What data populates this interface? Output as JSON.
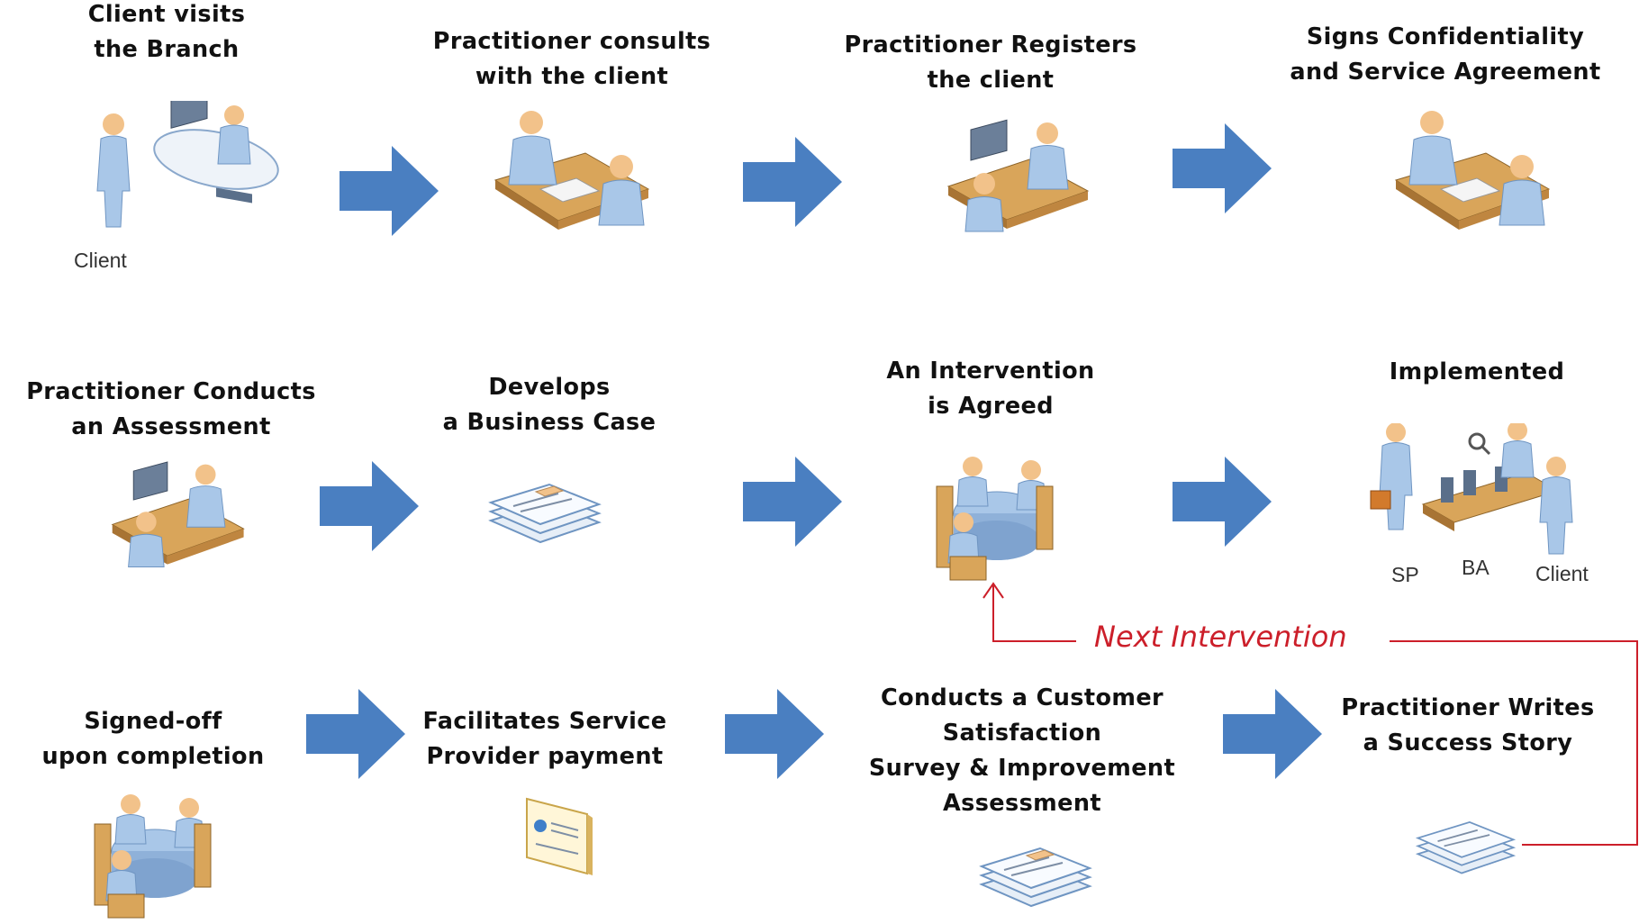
{
  "steps": [
    {
      "lines": [
        "Client visits",
        "the Branch"
      ],
      "icon": "client-visits-desk-icon"
    },
    {
      "lines": [
        "Practitioner consults",
        "with the client"
      ],
      "icon": "consultation-icon"
    },
    {
      "lines": [
        "Practitioner Registers",
        "the client"
      ],
      "icon": "registration-computer-icon"
    },
    {
      "lines": [
        "Signs Confidentiality",
        "and Service Agreement"
      ],
      "icon": "agreement-signing-icon"
    },
    {
      "lines": [
        "Practitioner Conducts",
        "an Assessment"
      ],
      "icon": "assessment-computer-icon"
    },
    {
      "lines": [
        "Develops",
        "a Business Case"
      ],
      "icon": "document-stack-icon"
    },
    {
      "lines": [
        "An Intervention",
        "is Agreed"
      ],
      "icon": "meeting-table-icon"
    },
    {
      "lines": [
        "Implemented"
      ],
      "icon": "implementation-conveyor-icon"
    },
    {
      "lines": [
        "Signed-off",
        "upon completion"
      ],
      "icon": "meeting-table-icon"
    },
    {
      "lines": [
        "Facilitates Service",
        "Provider payment"
      ],
      "icon": "payment-document-icon"
    },
    {
      "lines": [
        "Conducts a Customer",
        "Satisfaction",
        "Survey & Improvement",
        "Assessment"
      ],
      "icon": "document-stack-icon"
    },
    {
      "lines": [
        "Practitioner Writes",
        "a Success Story"
      ],
      "icon": "document-stack-icon"
    }
  ],
  "labels": {
    "client_1": "Client",
    "sp": "SP",
    "ba": "BA",
    "client_2": "Client"
  },
  "loop": {
    "label": "Next Intervention",
    "color": "#cc1f2a"
  },
  "colors": {
    "arrow": "#4a7fc1",
    "person": "#a9c7e8",
    "head": "#f2c28a",
    "desk": "#d9a55a"
  }
}
